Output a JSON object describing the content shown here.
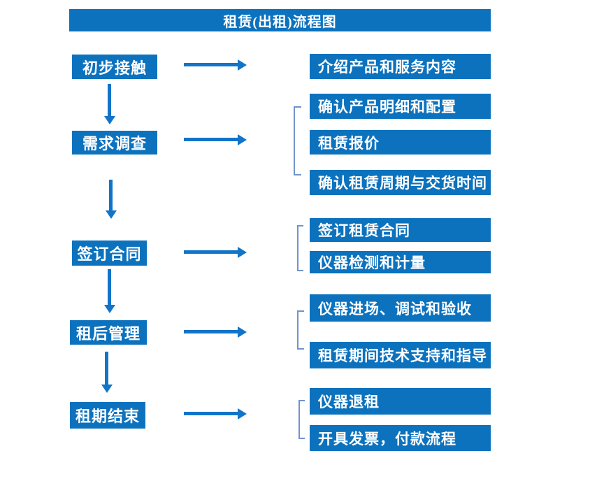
{
  "title": "租赁(出租)流程图",
  "colors": {
    "primary": "#0c72be",
    "arrow": "#1274c9",
    "bracket": "#7093cb",
    "text": "#ffffff",
    "background": "#ffffff"
  },
  "steps": [
    {
      "label": "初步接触",
      "details": [
        "介绍产品和服务内容"
      ]
    },
    {
      "label": "需求调查",
      "details": [
        "确认产品明细和配置",
        "租赁报价",
        "确认租赁周期与交货时间"
      ]
    },
    {
      "label": "签订合同",
      "details": [
        "签订租赁合同",
        "仪器检测和计量"
      ]
    },
    {
      "label": "租后管理",
      "details": [
        "仪器进场、调试和验收",
        "租赁期间技术支持和指导"
      ]
    },
    {
      "label": "租期结束",
      "details": [
        "仪器退租",
        "开具发票，付款流程"
      ]
    }
  ]
}
